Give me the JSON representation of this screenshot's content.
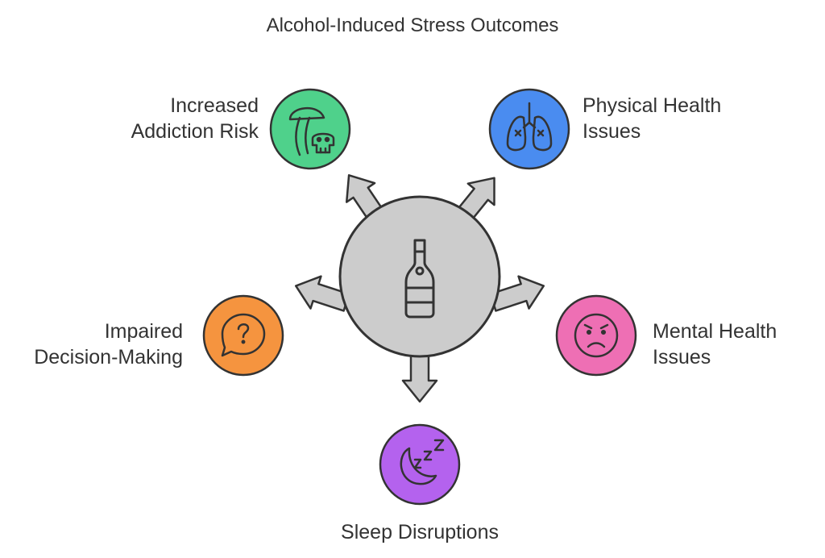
{
  "title": "Alcohol-Induced Stress Outcomes",
  "center": {
    "icon": "wine-bottle-icon",
    "fill": "#cccccc"
  },
  "outcomes": [
    {
      "id": "addiction",
      "lines": [
        "Increased",
        "Addiction Risk"
      ],
      "icon": "mushroom-skull-icon",
      "color": "#4fd18b"
    },
    {
      "id": "physical",
      "lines": [
        "Physical Health",
        "Issues"
      ],
      "icon": "lungs-icon",
      "color": "#4a8cf0"
    },
    {
      "id": "mental",
      "lines": [
        "Mental Health",
        "Issues"
      ],
      "icon": "frowning-face-icon",
      "color": "#ee6fb4"
    },
    {
      "id": "sleep",
      "lines": [
        "Sleep Disruptions"
      ],
      "icon": "moon-zzz-icon",
      "color": "#b462ee"
    },
    {
      "id": "decision",
      "lines": [
        "Impaired",
        "Decision-Making"
      ],
      "icon": "question-bubble-icon",
      "color": "#f5943f"
    }
  ]
}
